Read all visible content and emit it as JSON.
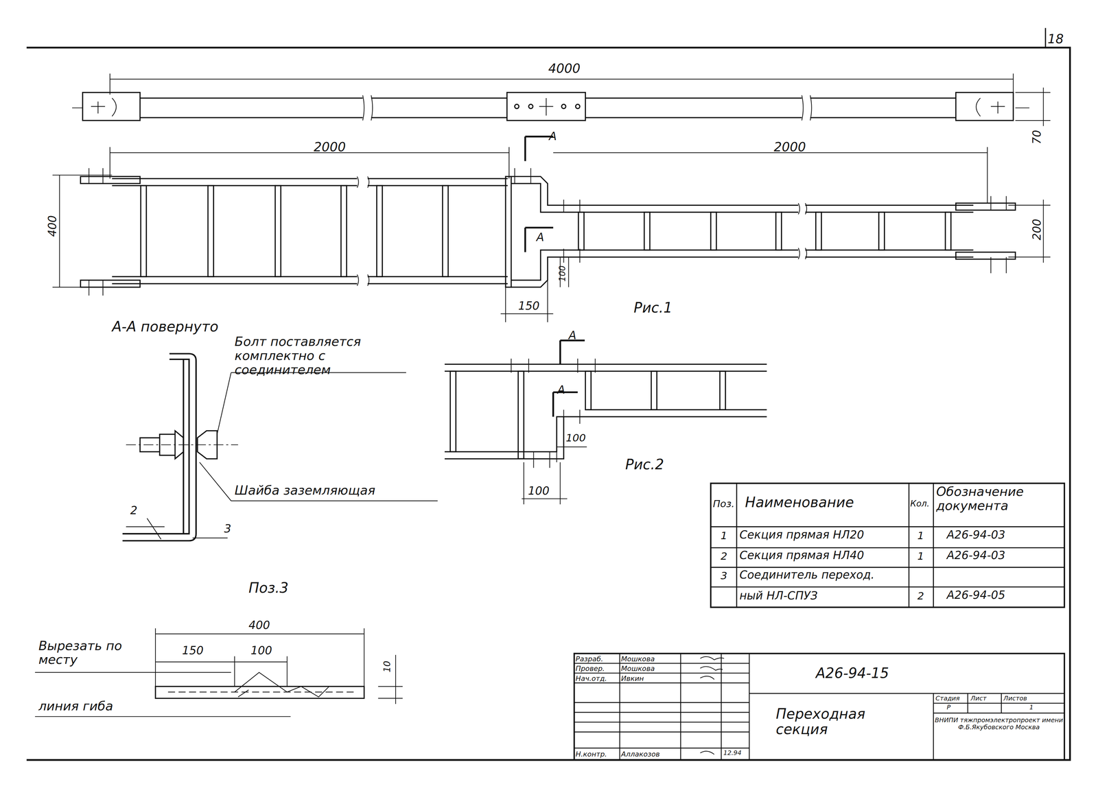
{
  "diagram": {
    "labels": [
      "18",
      "4000",
      "70",
      "2000",
      "2000",
      "А",
      "А",
      "400",
      "200",
      "100",
      "150",
      "Рис.1",
      "А-А повернуто",
      "Болт поставляется комплектно с соединителем",
      "Шайба заземляющая",
      "2",
      "3",
      "А",
      "А",
      "100",
      "100",
      "Рис.2",
      "Поз.3",
      "400",
      "150",
      "100",
      "10",
      "Вырезать по месту",
      "линия гиба",
      "Поз.",
      "Наименование",
      "Кол.",
      "Обозначение документа",
      "1",
      "Секция прямая НЛ20",
      "1",
      "А26-94-03",
      "2",
      "Секция прямая НЛ40",
      "1",
      "А26-94-03",
      "3",
      "Соединитель переход.",
      "ный НЛ-СПУЗ",
      "2",
      "А26-94-05",
      "Разраб.",
      "Мошкова",
      "Провер.",
      "Мошкова",
      "Нач.отд.",
      "Ивкин",
      "Н.контр.",
      "Аллакозов",
      "12.94",
      "А26-94-15",
      "Переходная секция",
      "Стадия",
      "Лист",
      "Листов",
      "Р",
      "1",
      "ВНИПИ тяжпромэлектропроект имени Ф.Б.Якубовского Москва"
    ]
  }
}
